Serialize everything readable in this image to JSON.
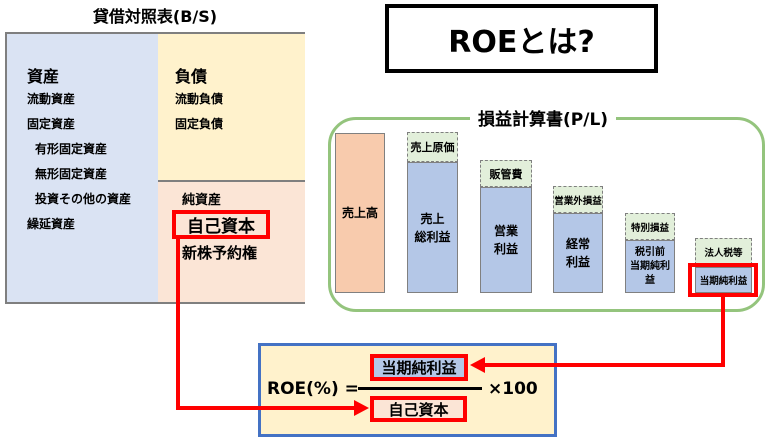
{
  "headline": "ROEとは?",
  "colors": {
    "highlight_red": "#ff0000",
    "bs_assets_fill": "#dae3f3",
    "bs_liabilities_fill": "#fff2cc",
    "bs_net_assets_fill": "#fbe5d6",
    "pl_border_green": "#94c47d",
    "revenue_bar_fill": "#f8cbad",
    "profit_bar_fill": "#b4c7e7",
    "deduction_box_fill": "#e2efda",
    "formula_box_fill": "#fff2cc",
    "formula_box_border": "#4472c4"
  },
  "balance_sheet": {
    "title": "貸借対照表(B/S)",
    "assets_heading": "資産",
    "asset_items": [
      "流動資産",
      "固定資産",
      "有形固定資産",
      "無形固定資産",
      "投資その他の資産",
      "繰延資産"
    ],
    "liabilities_heading": "負債",
    "liability_items": [
      "流動負債",
      "固定負債"
    ],
    "net_assets_heading": "純資産",
    "equity_label": "自己資本",
    "stock_warrants_label": "新株予約権"
  },
  "income_statement": {
    "title": "損益計算書(P/L)",
    "bars": [
      {
        "label": "売上高"
      },
      {
        "deduction": "売上原価",
        "label": "売上\n総利益"
      },
      {
        "deduction": "販管費",
        "label": "営業\n利益"
      },
      {
        "deduction": "営業外損益",
        "label": "経常\n利益"
      },
      {
        "deduction": "特別損益",
        "label": "税引前\n当期純利益"
      },
      {
        "deduction": "法人税等",
        "label": "当期純利益"
      }
    ]
  },
  "formula": {
    "lhs": "ROE(%) =",
    "numerator": "当期純利益",
    "denominator": "自己資本",
    "multiplier": "×100"
  }
}
